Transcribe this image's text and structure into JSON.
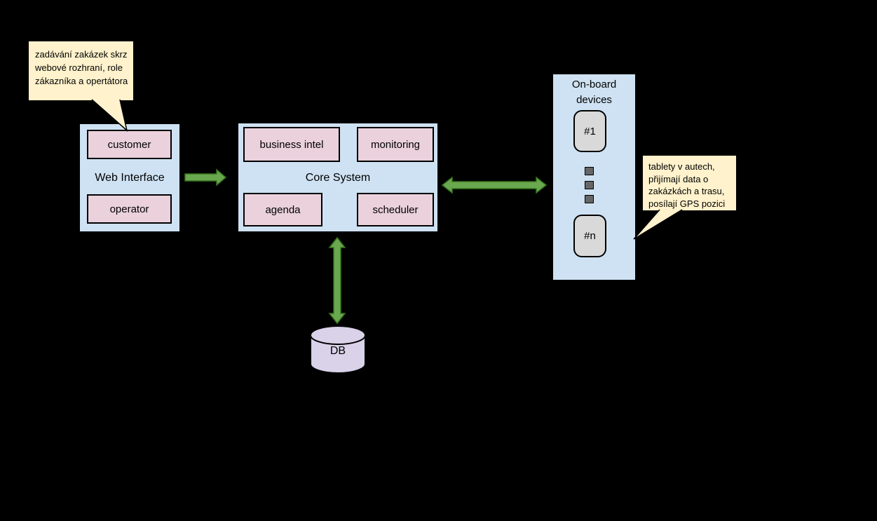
{
  "callout_left": {
    "lines": [
      "zadávání zakázek skrz",
      "webové rozhraní, role",
      "zákazníka a opertátora"
    ]
  },
  "web_interface": {
    "title": "Web Interface",
    "roles": [
      "customer",
      "operator"
    ]
  },
  "core_system": {
    "title": "Core System",
    "modules": [
      "business intel",
      "monitoring",
      "agenda",
      "scheduler"
    ]
  },
  "onboard_devices": {
    "title_lines": [
      "On-board",
      "devices"
    ],
    "first_device": "#1",
    "last_device": "#n"
  },
  "callout_right": {
    "lines": [
      "tablety v autech,",
      "přijímají data o",
      "zakázkách a trasu,",
      "posílají GPS pozici"
    ]
  },
  "database": {
    "label": "DB"
  },
  "colors": {
    "background": "#000000",
    "container_fill": "#cfe2f3",
    "module_fill": "#ead1dc",
    "note_fill": "#fff2cc",
    "device_fill": "#d9d9d9",
    "dots_fill": "#666666",
    "db_fill": "#d9d2e9",
    "arrow_fill": "#6aa84f",
    "arrow_stroke": "#38761d",
    "border": "#000000"
  }
}
